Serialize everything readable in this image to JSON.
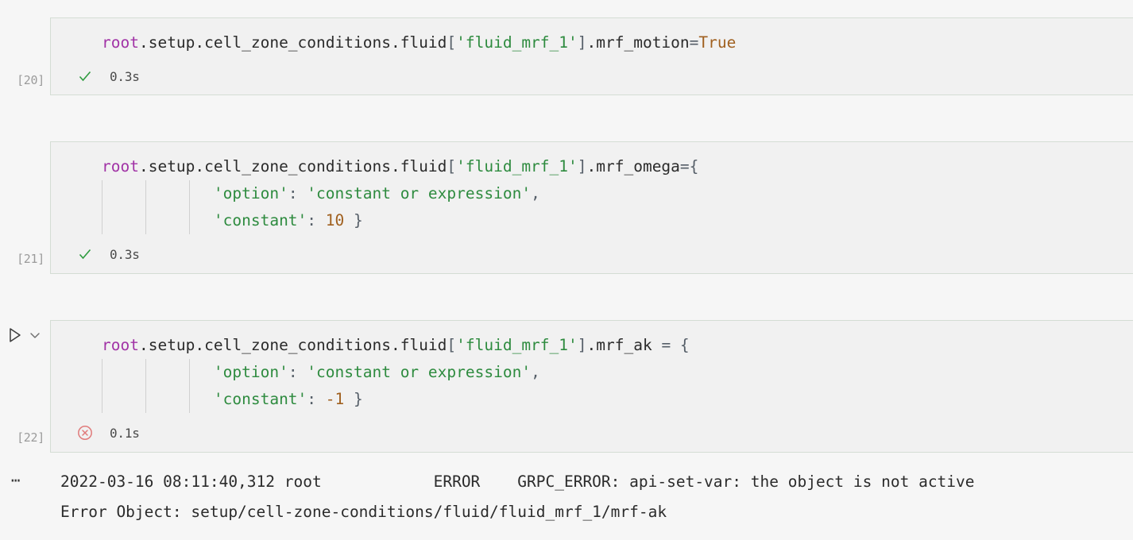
{
  "app": {
    "kind": "jupyter-notebook-cells",
    "background": "#f6f6f6",
    "cell_background": "#f1f1f1",
    "cell_border": "#d4ddd4"
  },
  "colors": {
    "keyword_root": "#a133a6",
    "string": "#2e8b3f",
    "number": "#a0601f",
    "boolean": "#a0601f",
    "punctuation": "#555e68",
    "text": "#2b2b2b",
    "success": "#2e9b3f",
    "error": "#e07b7b",
    "gutter": "#9b9b9b"
  },
  "cells": [
    {
      "execution_label": "[20]",
      "status_icon": "check-icon",
      "status": "success",
      "duration": "0.3s",
      "lines": [
        {
          "indent_guides": 0,
          "tokens": [
            {
              "t": "root",
              "c": "tok-root"
            },
            {
              "t": ".setup.cell_zone_conditions.fluid",
              "c": "tok-plain"
            },
            {
              "t": "[",
              "c": "tok-brack"
            },
            {
              "t": "'fluid_mrf_1'",
              "c": "tok-str"
            },
            {
              "t": "]",
              "c": "tok-brack"
            },
            {
              "t": ".mrf_motion",
              "c": "tok-plain"
            },
            {
              "t": "=",
              "c": "tok-punct"
            },
            {
              "t": "True",
              "c": "tok-bool"
            }
          ]
        }
      ]
    },
    {
      "execution_label": "[21]",
      "status_icon": "check-icon",
      "status": "success",
      "duration": "0.3s",
      "lines": [
        {
          "indent_guides": 0,
          "tokens": [
            {
              "t": "root",
              "c": "tok-root"
            },
            {
              "t": ".setup.cell_zone_conditions.fluid",
              "c": "tok-plain"
            },
            {
              "t": "[",
              "c": "tok-brack"
            },
            {
              "t": "'fluid_mrf_1'",
              "c": "tok-str"
            },
            {
              "t": "]",
              "c": "tok-brack"
            },
            {
              "t": ".mrf_omega",
              "c": "tok-plain"
            },
            {
              "t": "=",
              "c": "tok-punct"
            },
            {
              "t": "{",
              "c": "tok-punct"
            }
          ]
        },
        {
          "indent_guides": 3,
          "tokens": [
            {
              "t": "            ",
              "c": "tok-plain"
            },
            {
              "t": "'option'",
              "c": "tok-str"
            },
            {
              "t": ": ",
              "c": "tok-punct"
            },
            {
              "t": "'constant or expression'",
              "c": "tok-str"
            },
            {
              "t": ",",
              "c": "tok-punct"
            }
          ]
        },
        {
          "indent_guides": 3,
          "tokens": [
            {
              "t": "            ",
              "c": "tok-plain"
            },
            {
              "t": "'constant'",
              "c": "tok-str"
            },
            {
              "t": ": ",
              "c": "tok-punct"
            },
            {
              "t": "10",
              "c": "tok-num"
            },
            {
              "t": " }",
              "c": "tok-punct"
            }
          ]
        }
      ]
    },
    {
      "execution_label": "[22]",
      "status_icon": "error-icon",
      "status": "error",
      "duration": "0.1s",
      "run_button": "run-cell-button",
      "run_menu": "chevron-down-icon",
      "lines": [
        {
          "indent_guides": 0,
          "tokens": [
            {
              "t": "root",
              "c": "tok-root"
            },
            {
              "t": ".setup.cell_zone_conditions.fluid",
              "c": "tok-plain"
            },
            {
              "t": "[",
              "c": "tok-brack"
            },
            {
              "t": "'fluid_mrf_1'",
              "c": "tok-str"
            },
            {
              "t": "]",
              "c": "tok-brack"
            },
            {
              "t": ".mrf_ak ",
              "c": "tok-plain"
            },
            {
              "t": "= ",
              "c": "tok-punct"
            },
            {
              "t": "{",
              "c": "tok-punct"
            }
          ]
        },
        {
          "indent_guides": 3,
          "tokens": [
            {
              "t": "            ",
              "c": "tok-plain"
            },
            {
              "t": "'option'",
              "c": "tok-str"
            },
            {
              "t": ": ",
              "c": "tok-punct"
            },
            {
              "t": "'constant or expression'",
              "c": "tok-str"
            },
            {
              "t": ",",
              "c": "tok-punct"
            }
          ]
        },
        {
          "indent_guides": 3,
          "tokens": [
            {
              "t": "            ",
              "c": "tok-plain"
            },
            {
              "t": "'constant'",
              "c": "tok-str"
            },
            {
              "t": ": ",
              "c": "tok-punct"
            },
            {
              "t": "-1",
              "c": "tok-num"
            },
            {
              "t": " }",
              "c": "tok-punct"
            }
          ]
        }
      ]
    }
  ],
  "output": {
    "toggle_icon": "ellipsis-icon",
    "lines": [
      "2022-03-16 08:11:40,312 root            ERROR    GRPC_ERROR: api-set-var: the object is not active",
      "Error Object: setup/cell-zone-conditions/fluid/fluid_mrf_1/mrf-ak"
    ]
  }
}
